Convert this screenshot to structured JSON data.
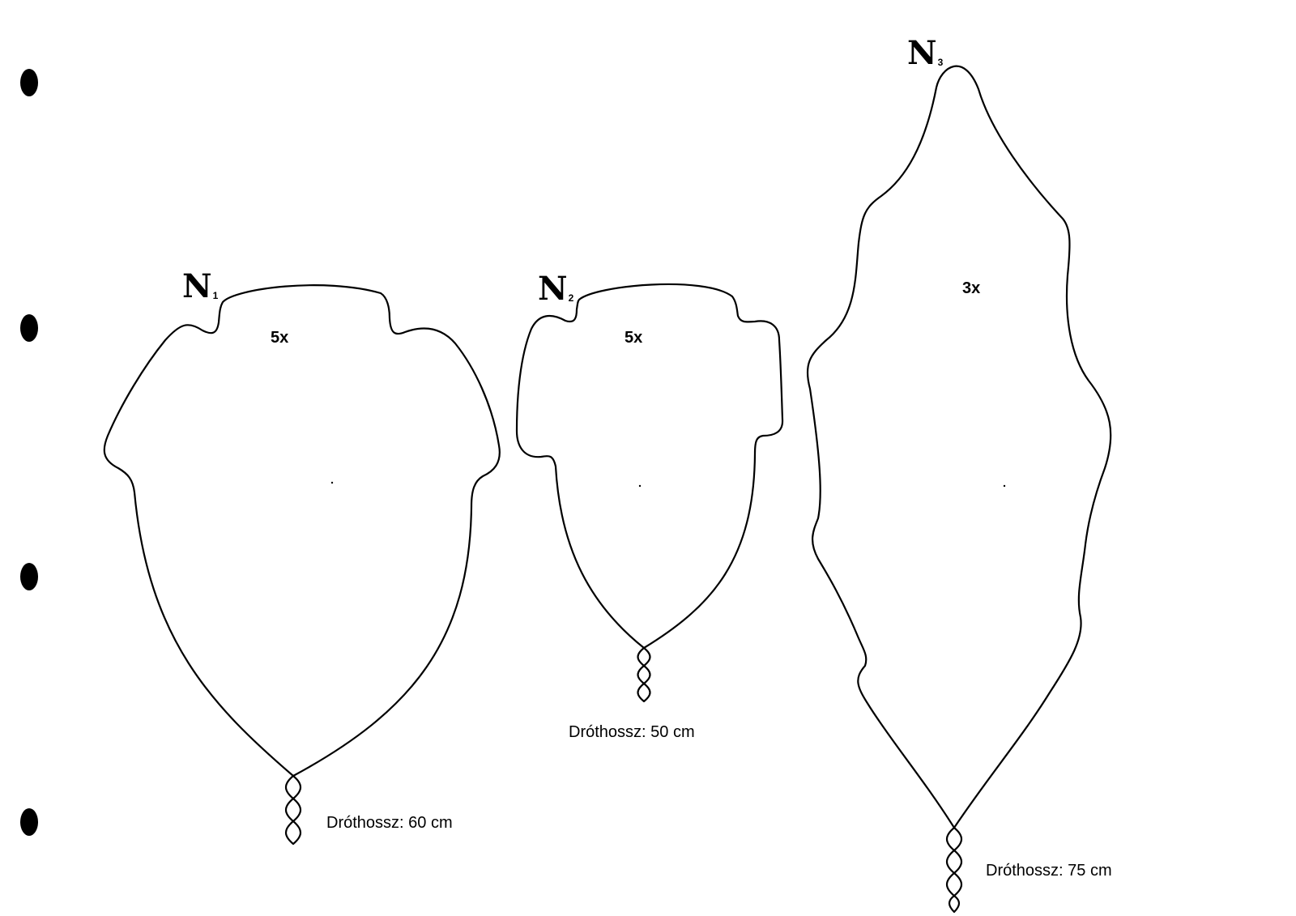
{
  "holes": 4,
  "patterns": [
    {
      "id": "N1",
      "letter": "N",
      "index": "1",
      "count": "5x",
      "wire": "Dróthossz: 60 cm"
    },
    {
      "id": "N2",
      "letter": "N",
      "index": "2",
      "count": "5x",
      "wire": "Dróthossz: 50 cm"
    },
    {
      "id": "N3",
      "letter": "N",
      "index": "3",
      "count": "3x",
      "wire": "Dróthossz: 75 cm"
    }
  ]
}
